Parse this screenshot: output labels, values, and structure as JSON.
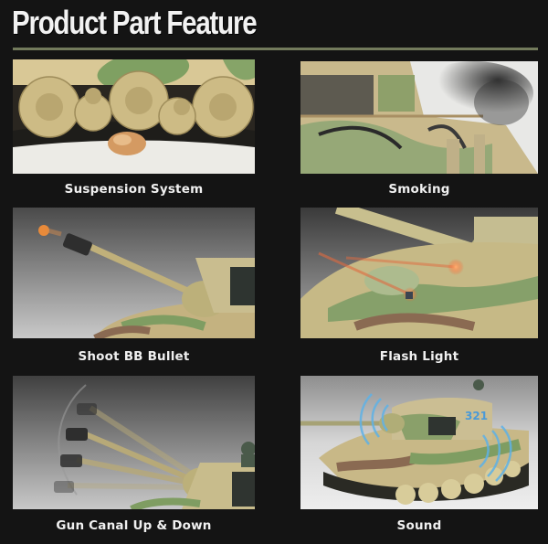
{
  "header": {
    "title": "Product Part Feature",
    "rule_color": "#737b5c"
  },
  "features": [
    {
      "label": "Suspension System",
      "image": "tank-suspension-wheels-over-rock"
    },
    {
      "label": "Smoking",
      "image": "tank-engine-deck-emitting-smoke"
    },
    {
      "label": "Shoot BB Bullet",
      "image": "tank-gun-firing-bb-pellet"
    },
    {
      "label": "Flash Light",
      "image": "tank-hull-with-red-flash-light"
    },
    {
      "label": "Gun Canal Up & Down",
      "image": "tank-gun-barrel-elevation-motion"
    },
    {
      "label": "Sound",
      "image": "tank-with-sound-waves"
    }
  ],
  "colors": {
    "background": "#141414",
    "caption": "#f0f0f0",
    "camo_sand": "#d8c58f",
    "camo_green": "#7f9d62",
    "camo_brown": "#8a6a52"
  }
}
